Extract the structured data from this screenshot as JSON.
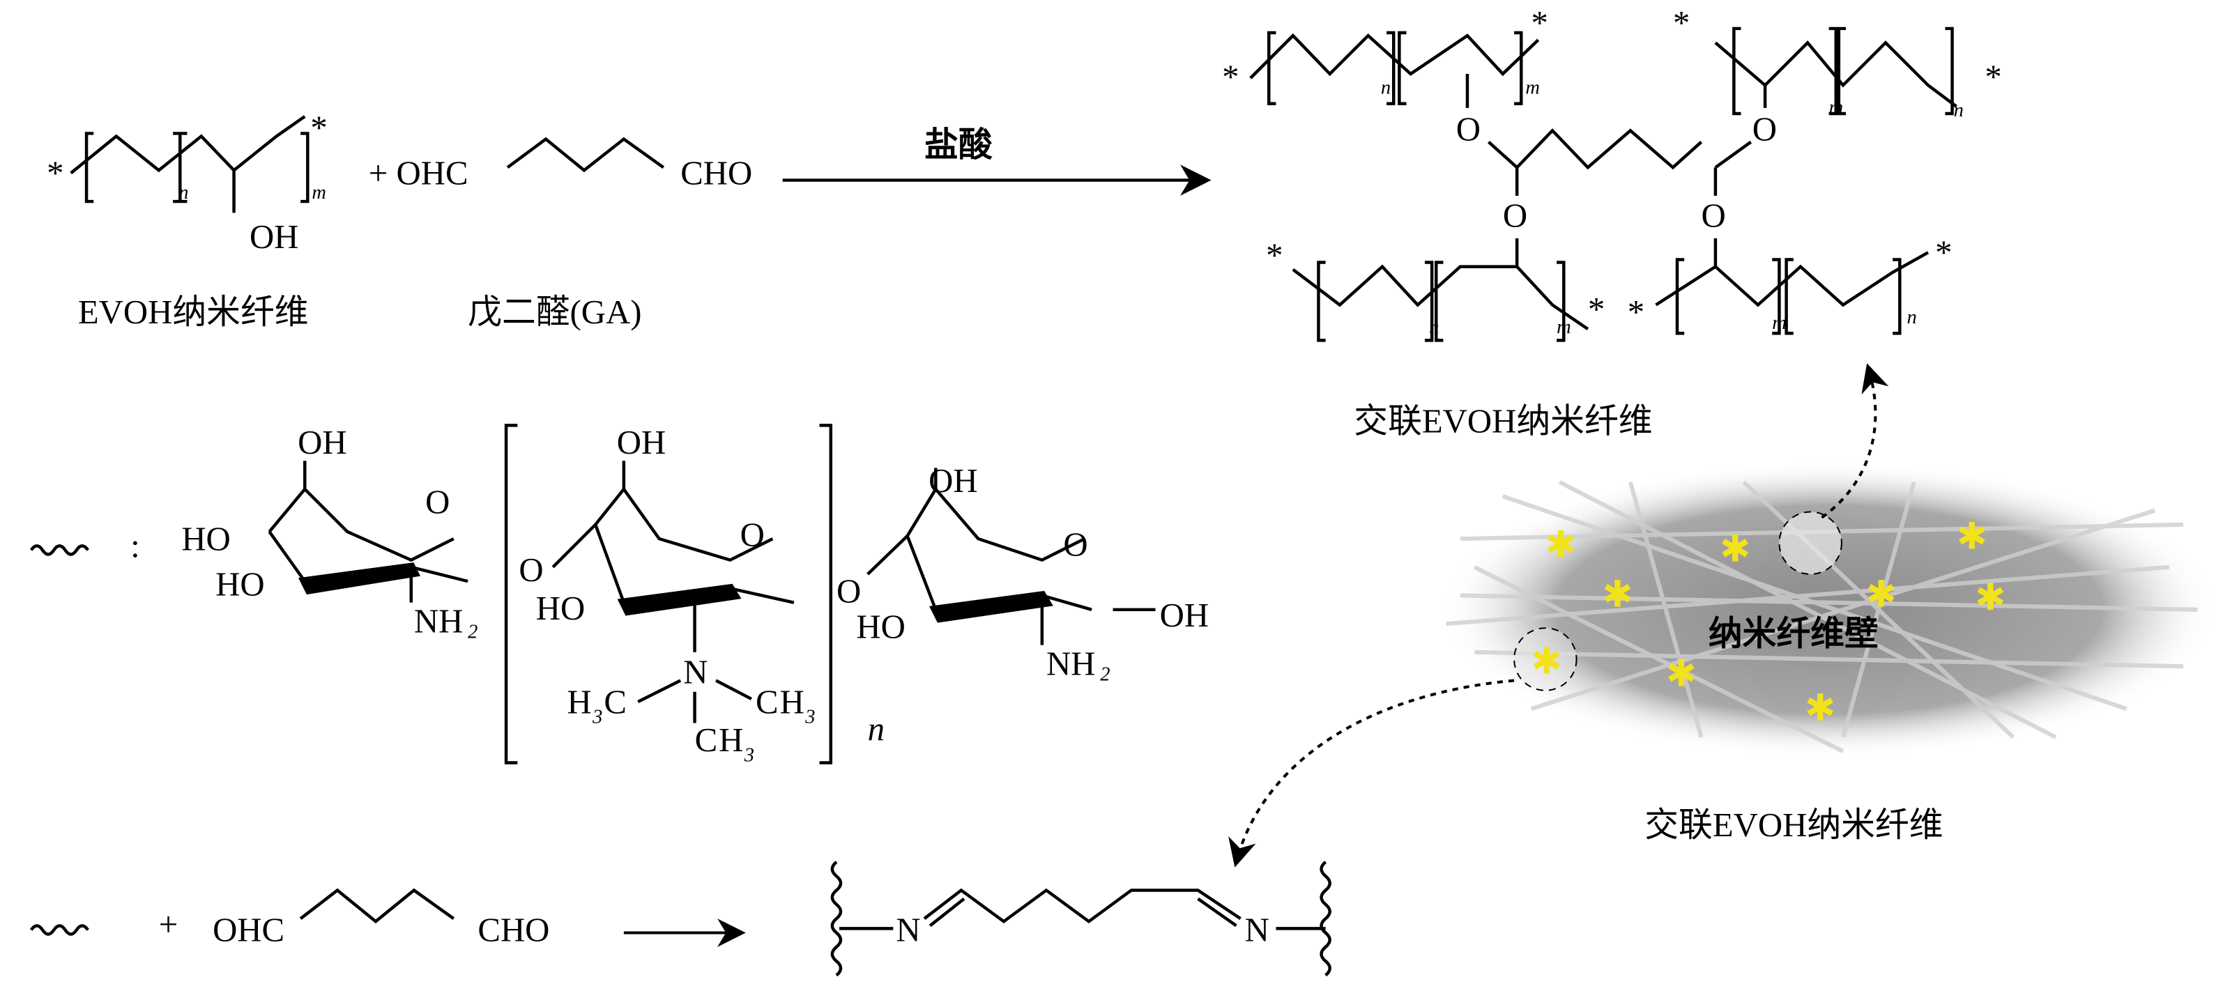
{
  "reaction1": {
    "evoh": {
      "star": "*",
      "n": "n",
      "m": "m",
      "oh": "OH",
      "label": "EVOH纳米纤维"
    },
    "plus_ohc": "+ OHC",
    "cho": "CHO",
    "ga_label": "戊二醛(GA)",
    "catalyst": "盐酸"
  },
  "product": {
    "o": "O",
    "star": "*",
    "n": "n",
    "m": "m",
    "label": "交联EVOH纳米纤维"
  },
  "fiber_image": {
    "wall_label": "纳米纤维壁",
    "label": "交联EVOH纳米纤维",
    "marker_color": "#f2e21a"
  },
  "chitosan": {
    "legend_colon": ":",
    "ho": "HO",
    "oh": "OH",
    "o": "O",
    "nh": "NH",
    "two": "2",
    "n_atom": "N",
    "h": "H",
    "c": "C",
    "three": "3",
    "n": "n"
  },
  "reaction2": {
    "plus": "+",
    "ohc": "OHC",
    "cho": "CHO",
    "n_atom": "N"
  }
}
